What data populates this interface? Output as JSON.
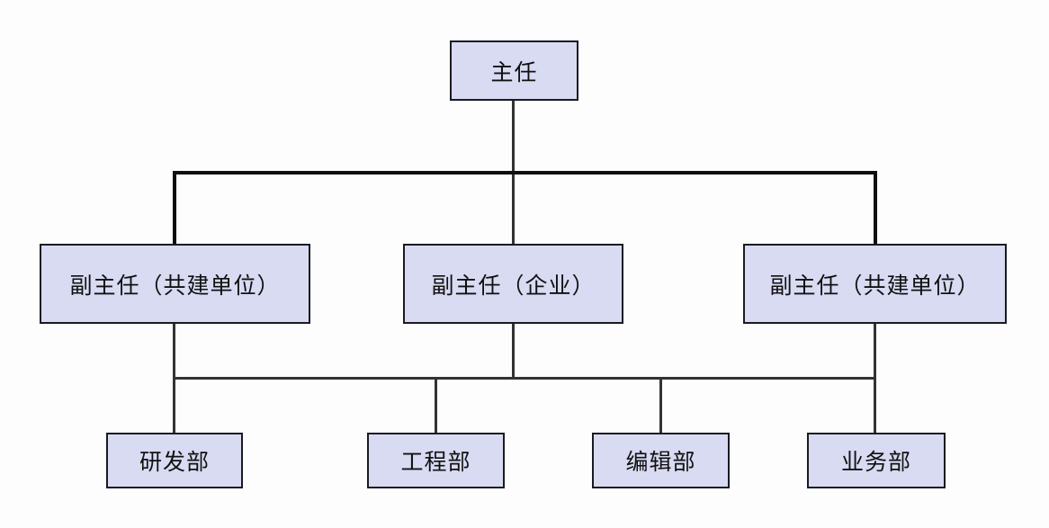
{
  "nodes": {
    "root": {
      "label": "主任"
    },
    "deputies": [
      {
        "label": "副主任（共建单位）"
      },
      {
        "label": "副主任（企业）"
      },
      {
        "label": "副主任（共建单位）"
      }
    ],
    "departments": [
      {
        "label": "研发部"
      },
      {
        "label": "工程部"
      },
      {
        "label": "编辑部"
      },
      {
        "label": "业务部"
      }
    ]
  },
  "colors": {
    "background": "#fdfdfd",
    "box_fill": "#d8dbf2",
    "box_border": "#1a1a22",
    "line": "#333333",
    "line_bold": "#0f0f0f",
    "text": "#111111"
  }
}
